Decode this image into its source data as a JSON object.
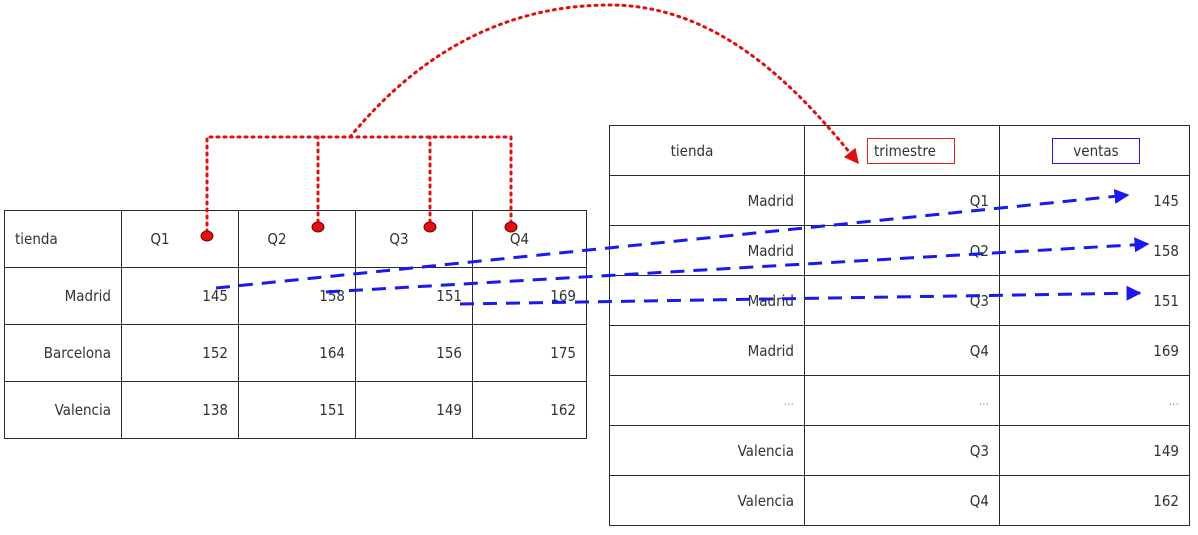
{
  "wide_table": {
    "header": [
      "tienda",
      "Q1",
      "Q2",
      "Q3",
      "Q4"
    ],
    "rows": [
      [
        "Madrid",
        "145",
        "158",
        "151",
        "169"
      ],
      [
        "Barcelona",
        "152",
        "164",
        "156",
        "175"
      ],
      [
        "Valencia",
        "138",
        "151",
        "149",
        "162"
      ]
    ]
  },
  "long_table": {
    "header": [
      "tienda",
      "trimestre",
      "ventas"
    ],
    "rows": [
      [
        "Madrid",
        "Q1",
        "145"
      ],
      [
        "Madrid",
        "Q2",
        "158"
      ],
      [
        "Madrid",
        "Q3",
        "151"
      ],
      [
        "Madrid",
        "Q4",
        "169"
      ],
      [
        "...",
        "...",
        "..."
      ],
      [
        "Valencia",
        "Q3",
        "149"
      ],
      [
        "Valencia",
        "Q4",
        "162"
      ]
    ]
  },
  "colors": {
    "pivot_arrow": "#e01010",
    "value_arrow": "#1a1aee",
    "grid": "#2b2b2b",
    "text": "#333333"
  }
}
